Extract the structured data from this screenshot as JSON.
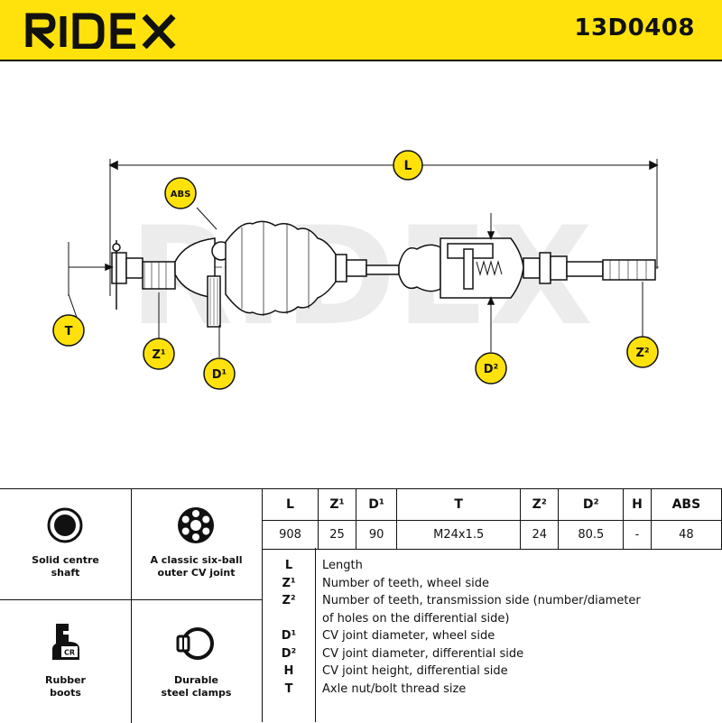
{
  "header": {
    "brand": "RIDEX",
    "part_number": "13D0408",
    "brand_color": "#ffe20b"
  },
  "drawing": {
    "watermark": "RIDEX",
    "callouts": {
      "L": "L",
      "ABS": "ABS",
      "T": "T",
      "Z1": "Z¹",
      "D1": "D¹",
      "D2": "D²",
      "Z2": "Z²"
    }
  },
  "features": [
    {
      "label": "Solid centre\nshaft",
      "icon": "solid-circle-icon"
    },
    {
      "label": "A classic six-ball\nouter CV joint",
      "icon": "six-ball-joint-icon"
    },
    {
      "label": "Rubber\nboots",
      "icon": "rubber-boot-cr-icon"
    },
    {
      "label": "Durable\nsteel clamps",
      "icon": "clamp-ring-icon"
    }
  ],
  "spec_table": {
    "headers": [
      "L",
      "Z¹",
      "D¹",
      "T",
      "Z²",
      "D²",
      "H",
      "ABS"
    ],
    "values": [
      "908",
      "25",
      "90",
      "M24x1.5",
      "24",
      "80.5",
      "-",
      "48"
    ]
  },
  "legend": [
    {
      "symbol": "L",
      "text": "Length"
    },
    {
      "symbol": "Z¹",
      "text": "Number of teeth, wheel side"
    },
    {
      "symbol": "Z²",
      "text": "Number of teeth, transmission side (number/diameter"
    },
    {
      "symbol": "",
      "text": "of holes on the differential side)"
    },
    {
      "symbol": "D¹",
      "text": "CV joint diameter, wheel side"
    },
    {
      "symbol": "D²",
      "text": "CV joint diameter, differential side"
    },
    {
      "symbol": "H",
      "text": "CV joint height, differential side"
    },
    {
      "symbol": "T",
      "text": "Axle nut/bolt thread size"
    }
  ]
}
